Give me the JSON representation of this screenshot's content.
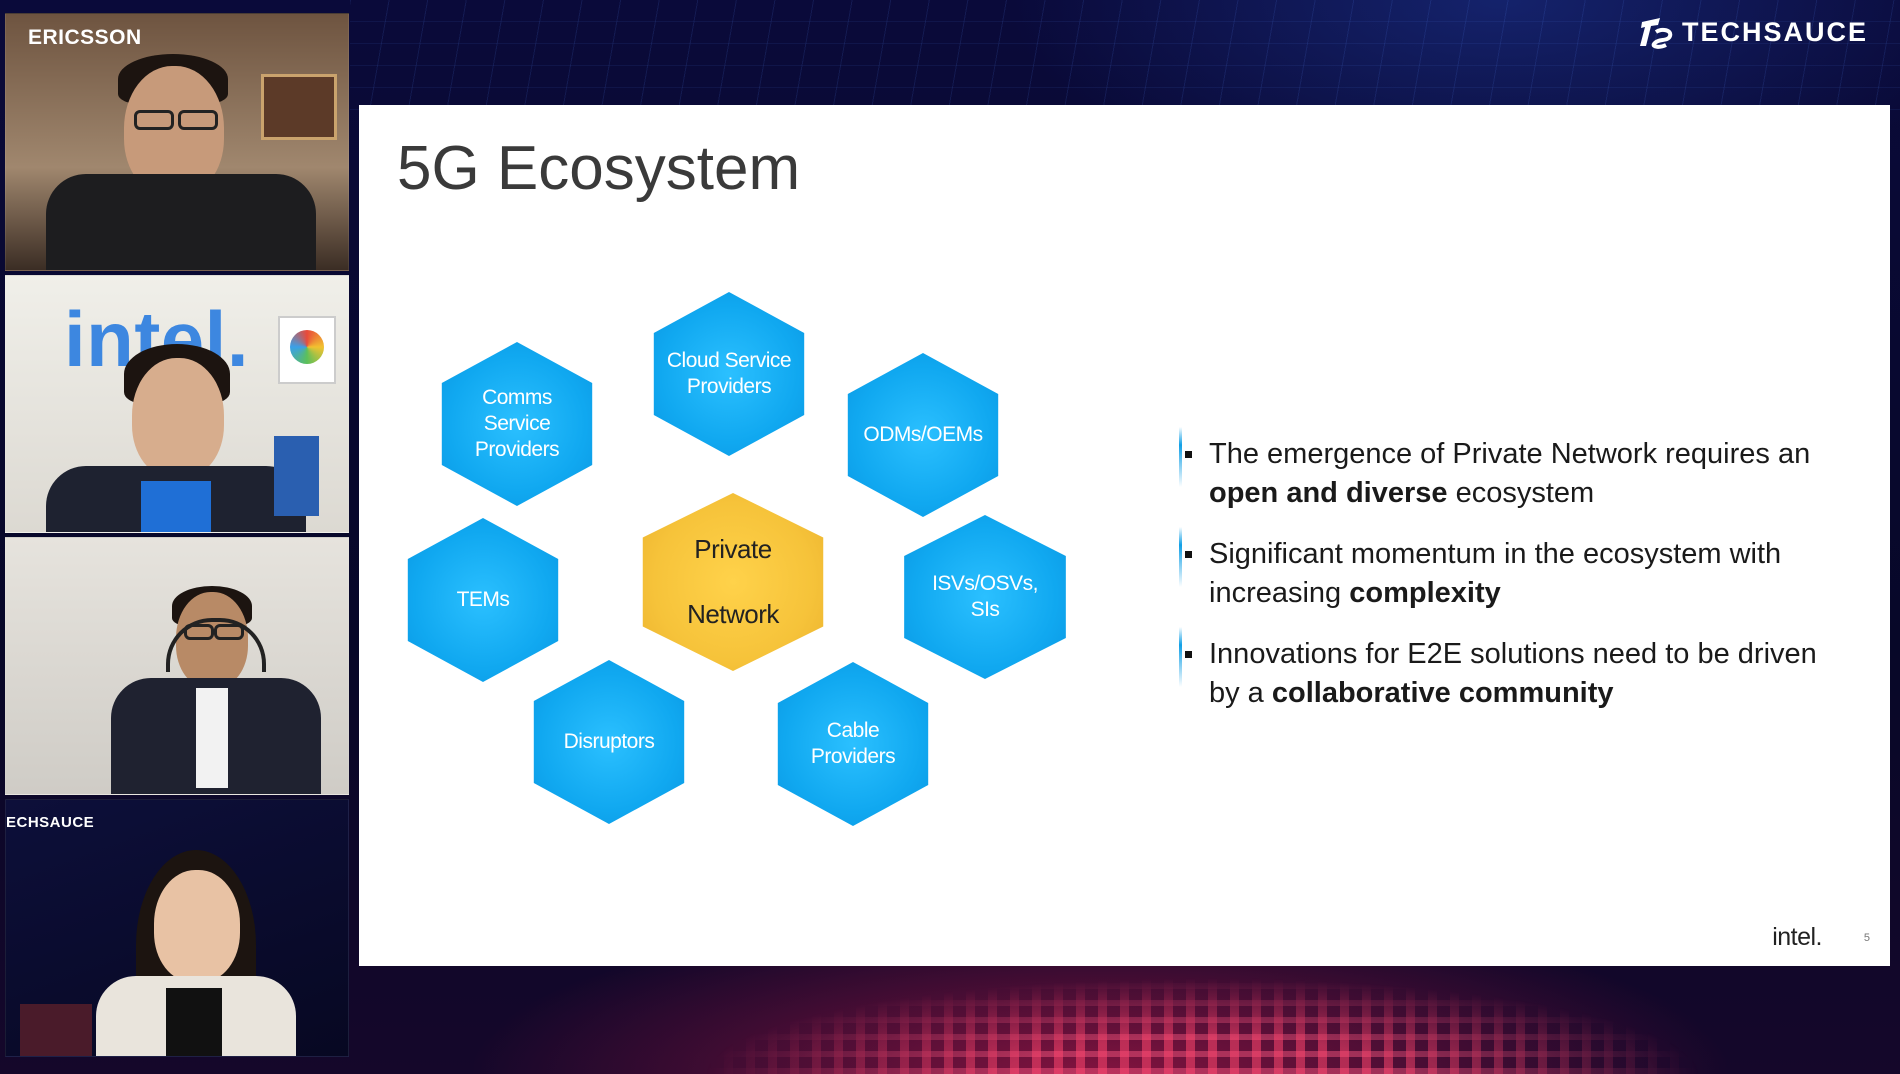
{
  "brand": {
    "name": "TECHSAUCE"
  },
  "participants": [
    {
      "label": "ERICSSON",
      "background": "#8a6a52",
      "shirt": "#1d1d1f"
    },
    {
      "label": "intel.",
      "background": "#e9e7e2",
      "shirt": "#1e2230"
    },
    {
      "label": "",
      "background": "#d8d5cf",
      "shirt": "#1f2230"
    },
    {
      "label": "ECHSAUCE",
      "background": "#0a0b30",
      "shirt": "#e9e4dc"
    }
  ],
  "slide": {
    "title": "5G Ecosystem",
    "center_hex": {
      "line1": "Private",
      "line2": "Network"
    },
    "hexes": [
      {
        "line1": "Cloud Service",
        "line2": "Providers"
      },
      {
        "line1": "Comms Service",
        "line2": "Providers"
      },
      {
        "line1": "ODMs/OEMs",
        "line2": ""
      },
      {
        "line1": "TEMs",
        "line2": ""
      },
      {
        "line1": "ISVs/OSVs, SIs",
        "line2": ""
      },
      {
        "line1": "Disruptors",
        "line2": ""
      },
      {
        "line1": "Cable",
        "line2": "Providers"
      }
    ],
    "bullets": [
      {
        "pre": "The emergence of Private Network requires an ",
        "bold": "open and diverse",
        "post": " ecosystem"
      },
      {
        "pre": "Significant momentum in the ecosystem with increasing ",
        "bold": "complexity",
        "post": ""
      },
      {
        "pre": "Innovations for E2E solutions need to be driven by a ",
        "bold": "collaborative community",
        "post": ""
      }
    ],
    "footer_logo": "intel.",
    "page_number": "5"
  },
  "colors": {
    "hex_blue": "#10a8f0",
    "hex_gold": "#f6c33a",
    "accent_bar": "#11a0e6"
  }
}
